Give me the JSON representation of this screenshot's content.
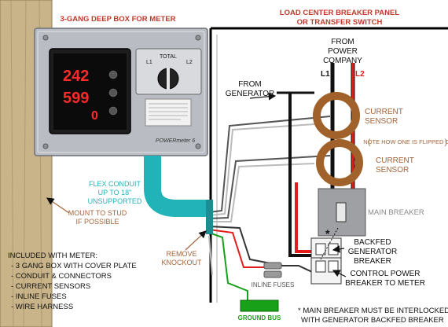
{
  "meter_box": {
    "title": "3-GANG DEEP BOX FOR METER",
    "readout_1": "242",
    "readout_2": "599",
    "readout_3": "0",
    "brand": "POWERmeter 6",
    "total_label": "TOTAL",
    "l1_label": "L1",
    "l2_label": "L2"
  },
  "panel": {
    "title_1": "LOAD CENTER BREAKER PANEL",
    "title_2": "OR TRANSFER SWITCH",
    "from_power_company": [
      "FROM",
      "POWER",
      "COMPANY"
    ],
    "l1": "L1",
    "l2": "L2",
    "from_generator": [
      "FROM",
      "GENERATOR"
    ],
    "current_sensor_1": [
      "CURRENT",
      "SENSOR"
    ],
    "note_flipped": "NOTE HOW ONE IS FLIPPED OVER",
    "current_sensor_2": [
      "CURRENT",
      "SENSOR"
    ],
    "main_breaker": "MAIN BREAKER",
    "backfed_breaker": [
      "BACKFED",
      "GENERATOR",
      "BREAKER"
    ],
    "control_breaker": [
      "CONTROL POWER",
      "BREAKER TO METER"
    ],
    "inline_fuses": "INLINE FUSES",
    "ground_bus": "GROUND BUS",
    "remove_knockout": [
      "REMOVE",
      "KNOCKOUT"
    ]
  },
  "conduit": {
    "label": [
      "FLEX CONDUIT",
      "UP TO 18\"",
      "UNSUPPORTED"
    ]
  },
  "stud": {
    "label": [
      "MOUNT TO STUD",
      "IF POSSIBLE"
    ]
  },
  "included": {
    "title": "INCLUDED WITH METER:",
    "items": [
      "- 3 GANG BOX WITH COVER PLATE",
      "- CONDUIT & CONNECTORS",
      "- CURRENT SENSORS",
      "- INLINE FUSES",
      "- WIRE HARNESS"
    ]
  },
  "footnote": [
    "* MAIN BREAKER MUST BE INTERLOCKED",
    "WITH GENERATOR BACKFED BREAKER"
  ],
  "colors": {
    "stud": "#c9b48a",
    "conduit": "#22b3b8",
    "sensor": "#a0622a",
    "red_wire": "#e21b1b",
    "green_wire": "#19a019",
    "title_red": "#c0392b",
    "label_brown": "#a4643a"
  }
}
